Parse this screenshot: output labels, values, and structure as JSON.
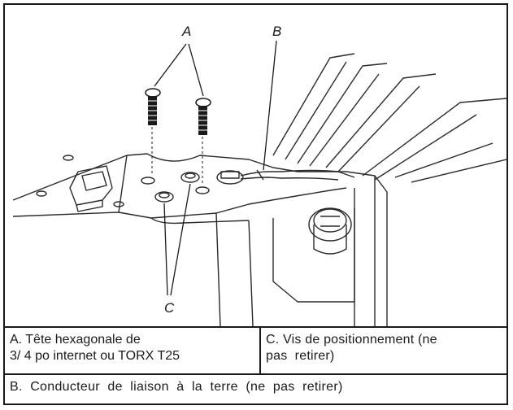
{
  "callouts": {
    "a": "A",
    "b": "B",
    "c": "C"
  },
  "legend": {
    "a_line1": "A. Tête hexagonale de",
    "a_line2": "3/ 4 po internet ou TORX T25",
    "c_line1": "C. Vis de positionnement (ne",
    "c_line2": "pas  retirer)",
    "b_line": "B.  Conducteur  de  liaison  à  la  terre  (ne  pas  retirer)"
  }
}
